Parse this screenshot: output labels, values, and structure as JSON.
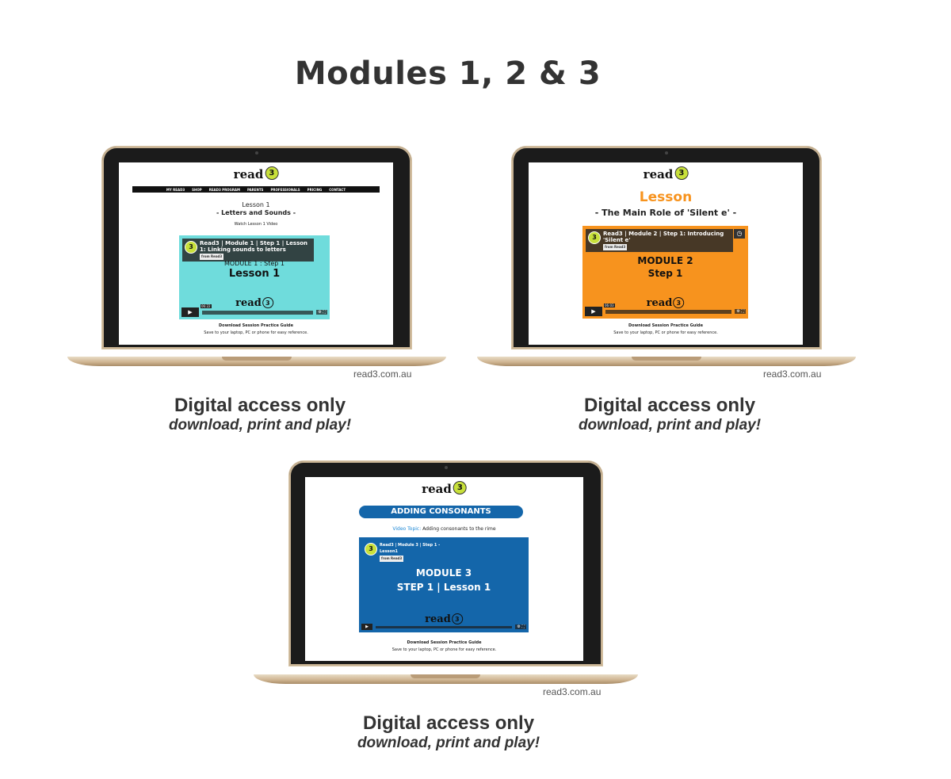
{
  "page_title": "Modules 1, 2 & 3",
  "logo": {
    "wordmark": "read",
    "badge": "3",
    "tag": ""
  },
  "laptops": [
    {
      "domain": "read3.com.au",
      "caption_main": "Digital access only",
      "caption_sub": "download, print and play!",
      "nav": [
        "MY READ3",
        "SHOP",
        "READ3 PROGRAM",
        "PARENTS",
        "PROFESSIONALS",
        "PRICING",
        "CONTACT"
      ],
      "heading1": "Lesson 1",
      "heading2": "- Letters and Sounds -",
      "watch": "Watch Lesson 1 Video",
      "video_title": "Read3 | Module 1 | Step 1 | Lesson 1: Linking sounds to letters",
      "video_from": "from Read3",
      "video_line1": "MODULE 1 : Step 1",
      "video_line2": "Lesson 1",
      "video_time": "06:22",
      "download": "Download Session Practice Guide",
      "save": "Save to your laptop, PC or phone for easy reference.",
      "video_color": "#6fdcdc"
    },
    {
      "domain": "read3.com.au",
      "caption_main": "Digital access only",
      "caption_sub": "download, print and play!",
      "heading1": "Lesson",
      "heading2": "- The Main Role of 'Silent e' -",
      "video_title": "Read3 | Module 2 | Step 1: Introducing 'Silent e'",
      "video_from": "from Read3",
      "video_line1": "MODULE 2",
      "video_line2": "Step 1",
      "video_time": "06:03",
      "download": "Download Session Practice Guide",
      "save": "Save to your laptop, PC or phone for easy reference.",
      "video_color": "#f7931e",
      "heading_color": "#f7931e"
    },
    {
      "domain": "read3.com.au",
      "caption_main": "Digital access only",
      "caption_sub": "download, print and play!",
      "banner": "ADDING CONSONANTS",
      "topic_label": "Video Topic:",
      "topic_text": "Adding consonants to the rime",
      "video_title": "Read3 | Module 3 | Step 1 - Lesson1",
      "video_from": "from Read3",
      "video_line1": "MODULE 3",
      "video_line2": "STEP 1 | Lesson 1",
      "video_time": "",
      "download": "Download Session Practice Guide",
      "save": "Save to your laptop, PC or phone for easy reference.",
      "video_color": "#1466aa",
      "banner_color": "#1466aa"
    }
  ]
}
